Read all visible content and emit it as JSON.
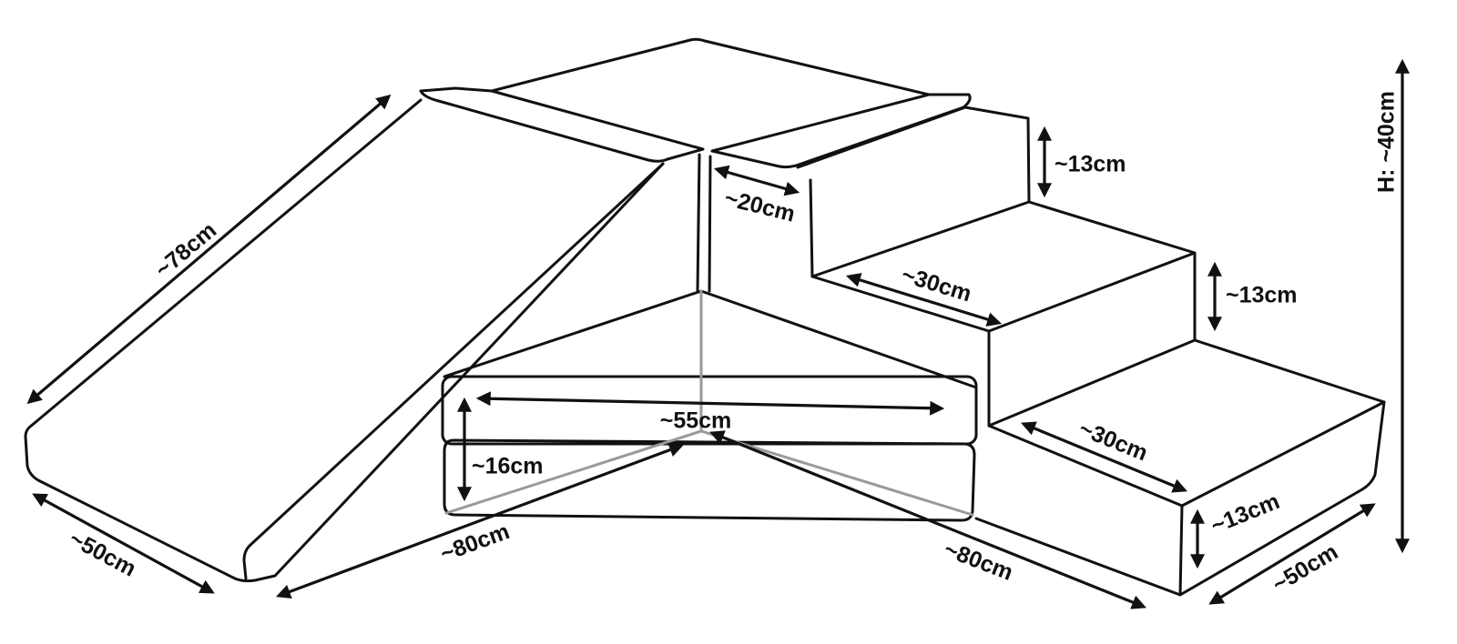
{
  "diagram": {
    "colors": {
      "line": "#111111",
      "hidden_line": "#9a9a9a",
      "background": "#ffffff"
    },
    "labels": {
      "slide_length": "~78cm",
      "slide_base_width": "~50cm",
      "left_base_length": "~80cm",
      "top_depth": "~20cm",
      "step1_rise": "~13cm",
      "step2_rise": "~13cm",
      "step3_rise": "~13cm",
      "step2_tread": "~30cm",
      "step3_tread": "~30cm",
      "cushion_width": "~55cm",
      "cushion_thickness": "~16cm",
      "right_base_length": "~80cm",
      "stairs_base_width": "~50cm",
      "total_height": "H: ~40cm"
    }
  }
}
